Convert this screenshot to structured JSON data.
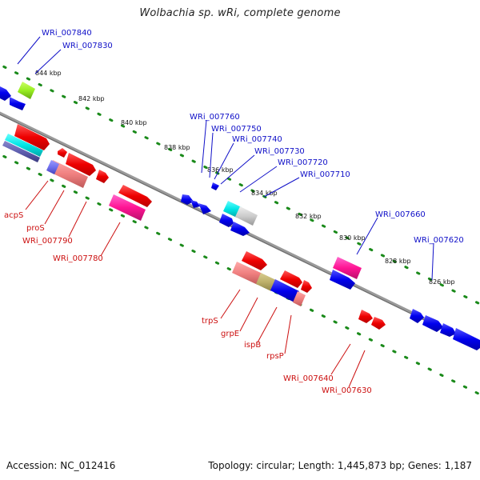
{
  "title": "Wolbachia sp. wRi, complete genome",
  "accession": "Accession: NC_012416",
  "topology": "Topology: circular; Length: 1,445,873 bp; Genes: 1,187",
  "colors": {
    "backbone": "#808080",
    "forward_label": "#1010c8",
    "reverse_label": "#cc1010",
    "tick_dot": "#1a8a1a"
  },
  "ticks": [
    "844 kbp",
    "842 kbp",
    "840 kbp",
    "838 kbp",
    "836 kbp",
    "834 kbp",
    "832 kbp",
    "830 kbp",
    "828 kbp",
    "826 kbp"
  ],
  "forward_labels": [
    "WRi_007840",
    "WRi_007830",
    "WRi_007760",
    "WRi_007750",
    "WRi_007740",
    "WRi_007730",
    "WRi_007720",
    "WRi_007710",
    "WRi_007660",
    "WRi_007620"
  ],
  "reverse_labels": [
    "acpS",
    "proS",
    "WRi_007790",
    "WRi_007780",
    "trpS",
    "grpE",
    "ispB",
    "rpsP",
    "WRi_007640",
    "WRi_007630"
  ]
}
